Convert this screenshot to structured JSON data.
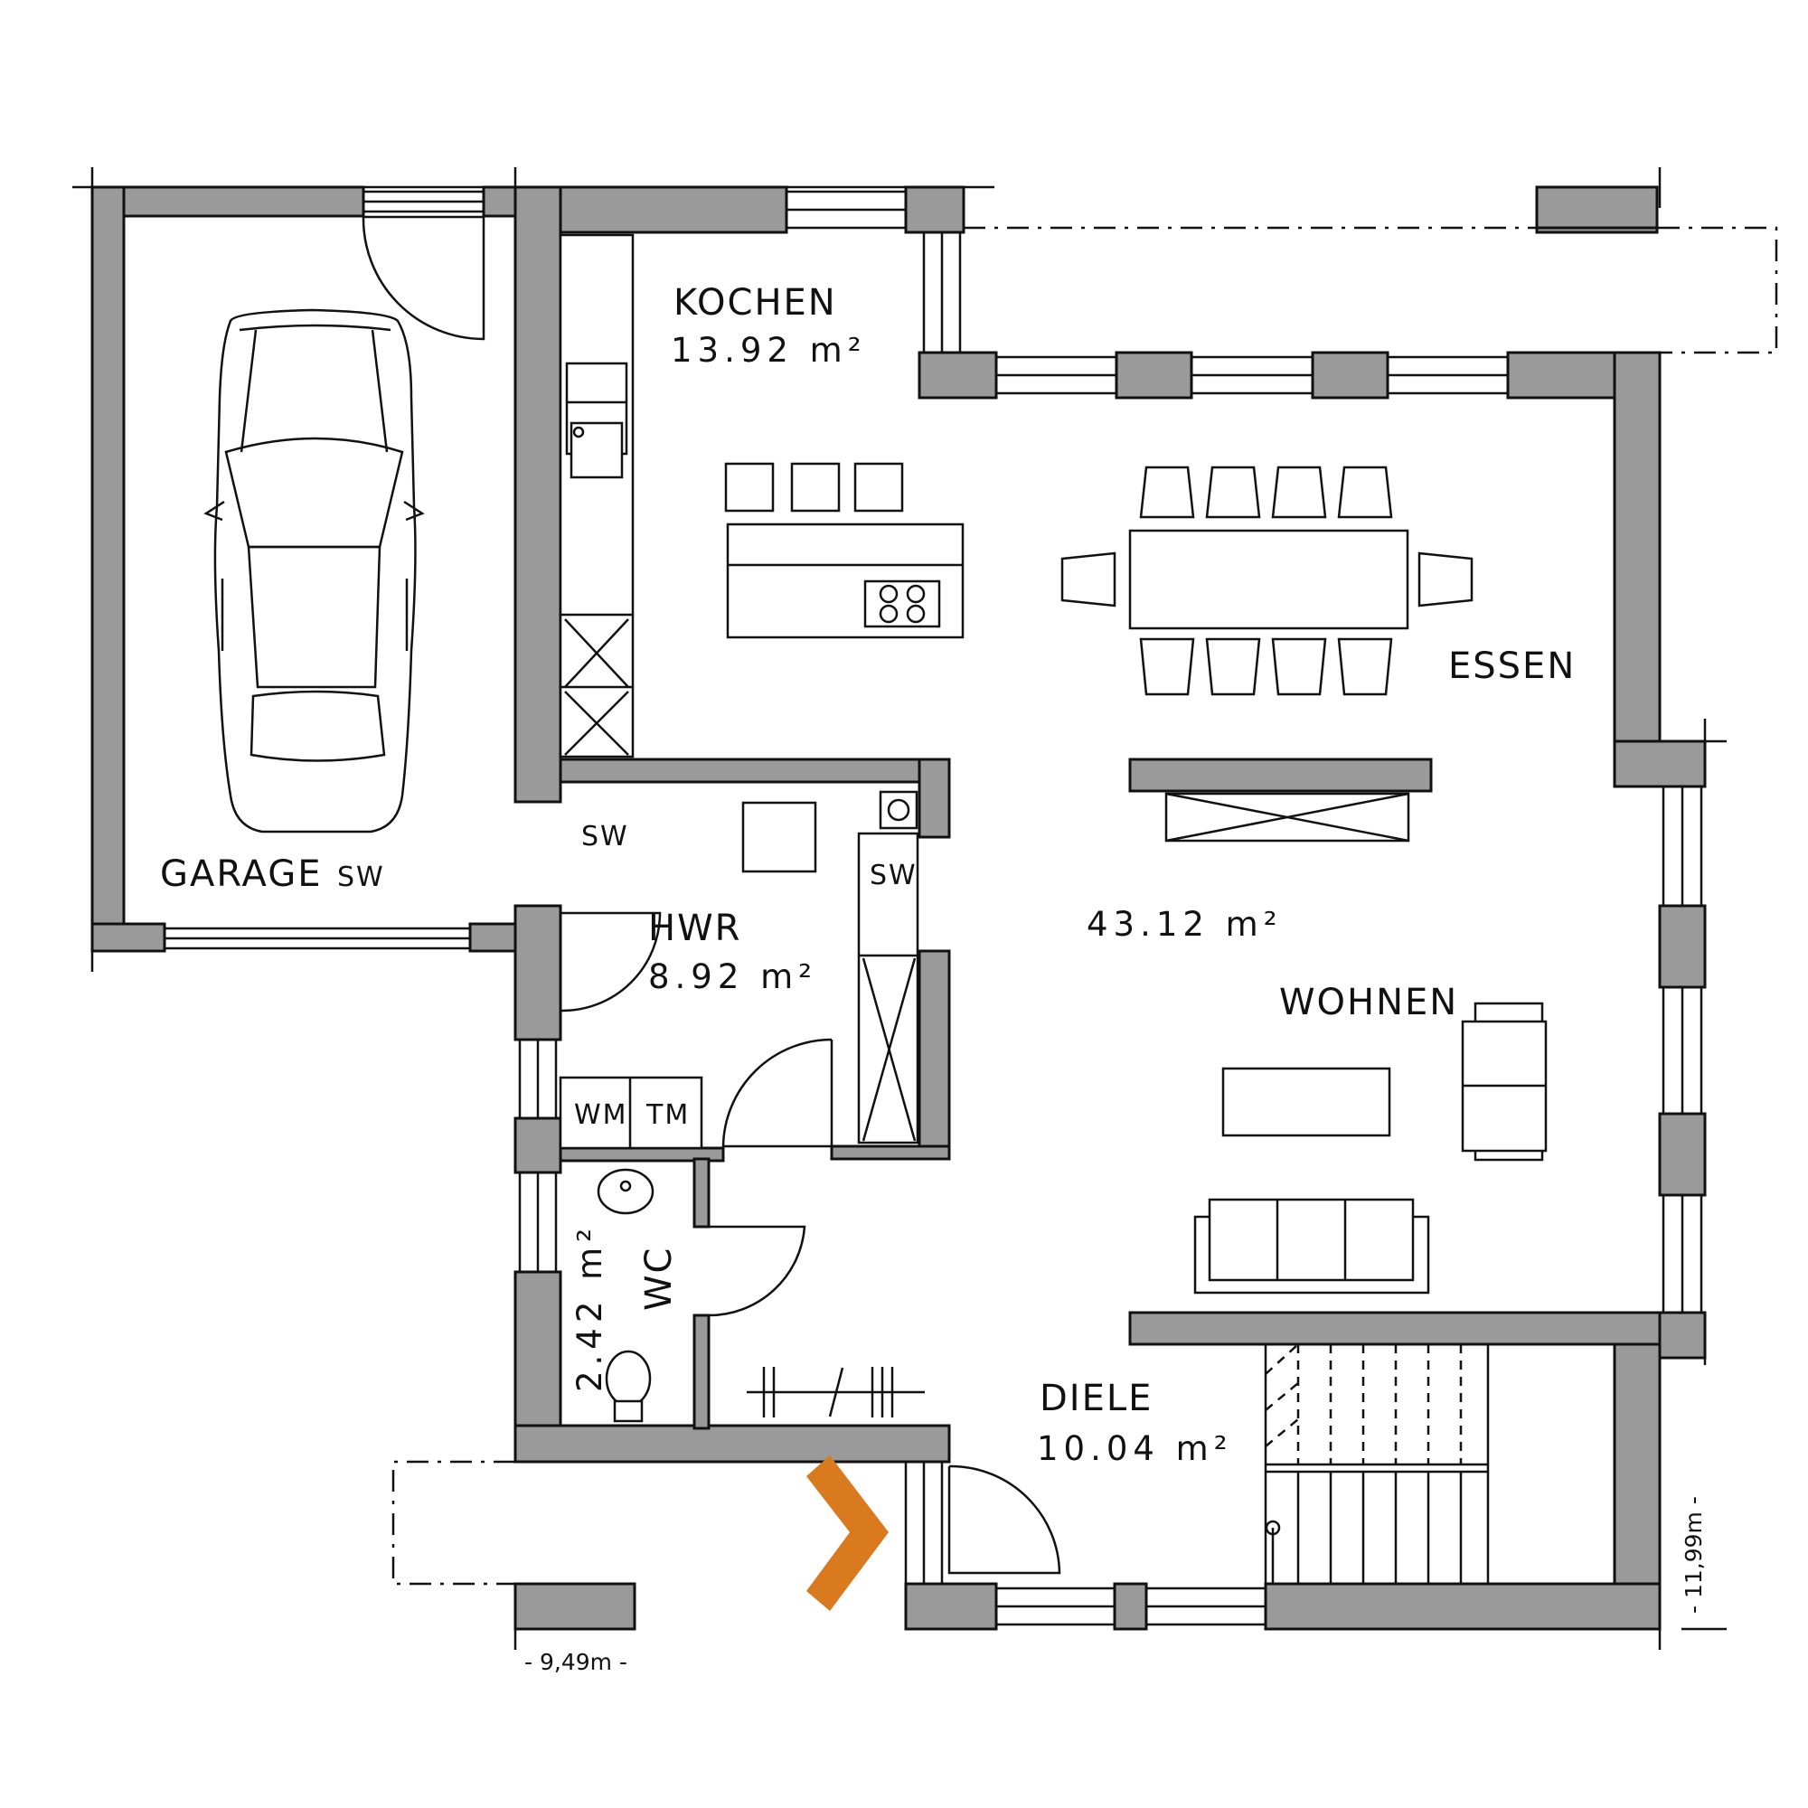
{
  "rooms": {
    "kochen": {
      "name": "KOCHEN",
      "area": "13.92 m²"
    },
    "essen": {
      "name": "ESSEN"
    },
    "wohnen": {
      "name": "WOHNEN",
      "area": "43.12 m²"
    },
    "garage": {
      "name": "GARAGE",
      "tag": "SW"
    },
    "hwr": {
      "name": "HWR",
      "area": "8.92 m²"
    },
    "wc": {
      "name": "WC",
      "area": "2.42 m²"
    },
    "diele": {
      "name": "DIELE",
      "area": "10.04 m²"
    }
  },
  "labels": {
    "sw_door": "SW",
    "sw_cabinet": "SW",
    "wm": "WM",
    "tm": "TM"
  },
  "dimensions": {
    "width": "- 9,49m -",
    "height": "- 11,99m -"
  },
  "colors": {
    "wall": "#9a9a9a",
    "entrance_arrow": "#d97a1e",
    "line": "#111111"
  }
}
